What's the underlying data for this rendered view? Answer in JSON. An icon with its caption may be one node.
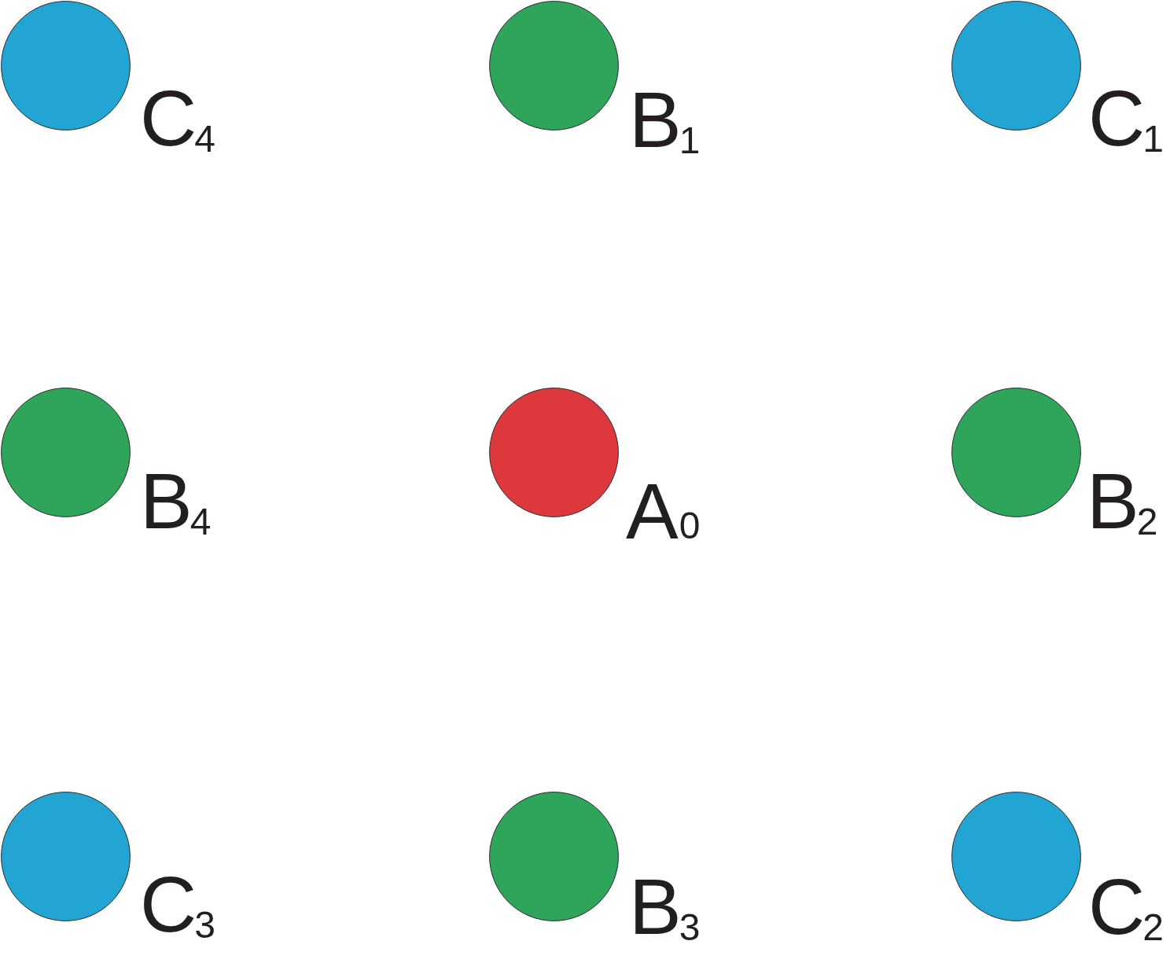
{
  "diagram": {
    "nodes": [
      {
        "text": [],
        "shape": "circle",
        "beside": [
          "C$_{4}$"
        ]
      },
      {
        "text": [],
        "shape": "circle",
        "beside": [
          "B$_{1}$"
        ]
      },
      {
        "text": [],
        "shape": "circle",
        "beside": [
          "C$_{1}$"
        ]
      },
      {
        "text": [],
        "shape": "circle",
        "beside": [
          "B$_{4}$"
        ]
      },
      {
        "text": [],
        "shape": "circle",
        "beside": [
          "A$_{0}$"
        ]
      },
      {
        "text": [],
        "shape": "circle",
        "beside": [
          "B$_{2}$"
        ]
      },
      {
        "text": [],
        "shape": "circle",
        "beside": [
          "C$_{3}$"
        ]
      },
      {
        "text": [],
        "shape": "circle",
        "beside": [
          "B$_{3}$"
        ]
      },
      {
        "text": [],
        "shape": "circle",
        "beside": [
          "C$_{2}$"
        ]
      }
    ]
  }
}
